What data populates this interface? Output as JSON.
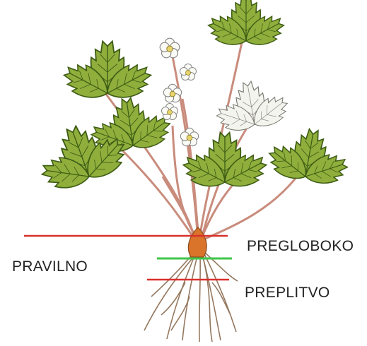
{
  "labels": {
    "correct": "PRAVILNO",
    "too_deep": "PREGLOBOKO",
    "too_shallow": "PREPLITVO"
  },
  "colors": {
    "red_line": "#d9302c",
    "green_line": "#3fc64a",
    "leaf": "#8fae3c",
    "leaf_dark": "#3e5d14",
    "stem": "#c98c7c",
    "crown": "#d9742a",
    "root": "#8a6a4e"
  },
  "icons": {
    "illustration": "strawberry-plant-illustration"
  }
}
